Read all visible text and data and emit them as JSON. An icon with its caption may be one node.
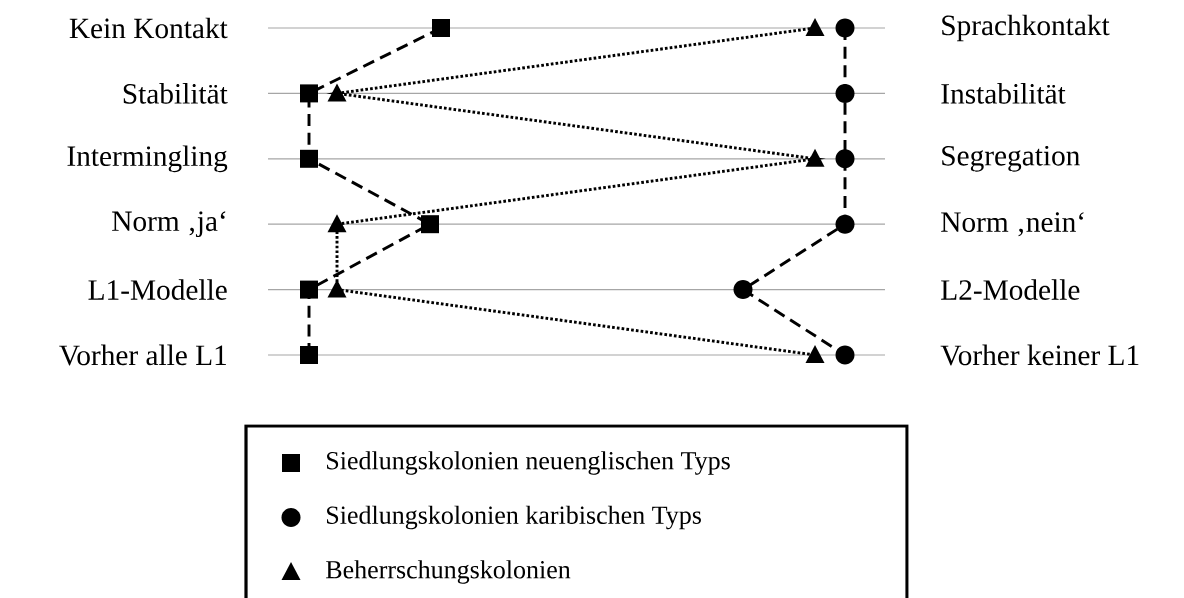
{
  "diagram": {
    "labels": [
      "Kein Kontakt",
      "Sprachkontakt",
      "Stabilität",
      "Instabilität",
      "Intermingling",
      "Segregation",
      "Norm ‚ja‘",
      "Norm ‚nein‘",
      "L1-Modelle",
      "L2-Modelle",
      "Vorher alle L1",
      "Vorher keiner L1"
    ],
    "legend": [
      {
        "text": "Siedlungskolonien neuenglischen Typs"
      },
      {
        "text": "Siedlungskolonien karibischen Typs"
      },
      {
        "text": "Beherrschungskolonien"
      }
    ]
  }
}
